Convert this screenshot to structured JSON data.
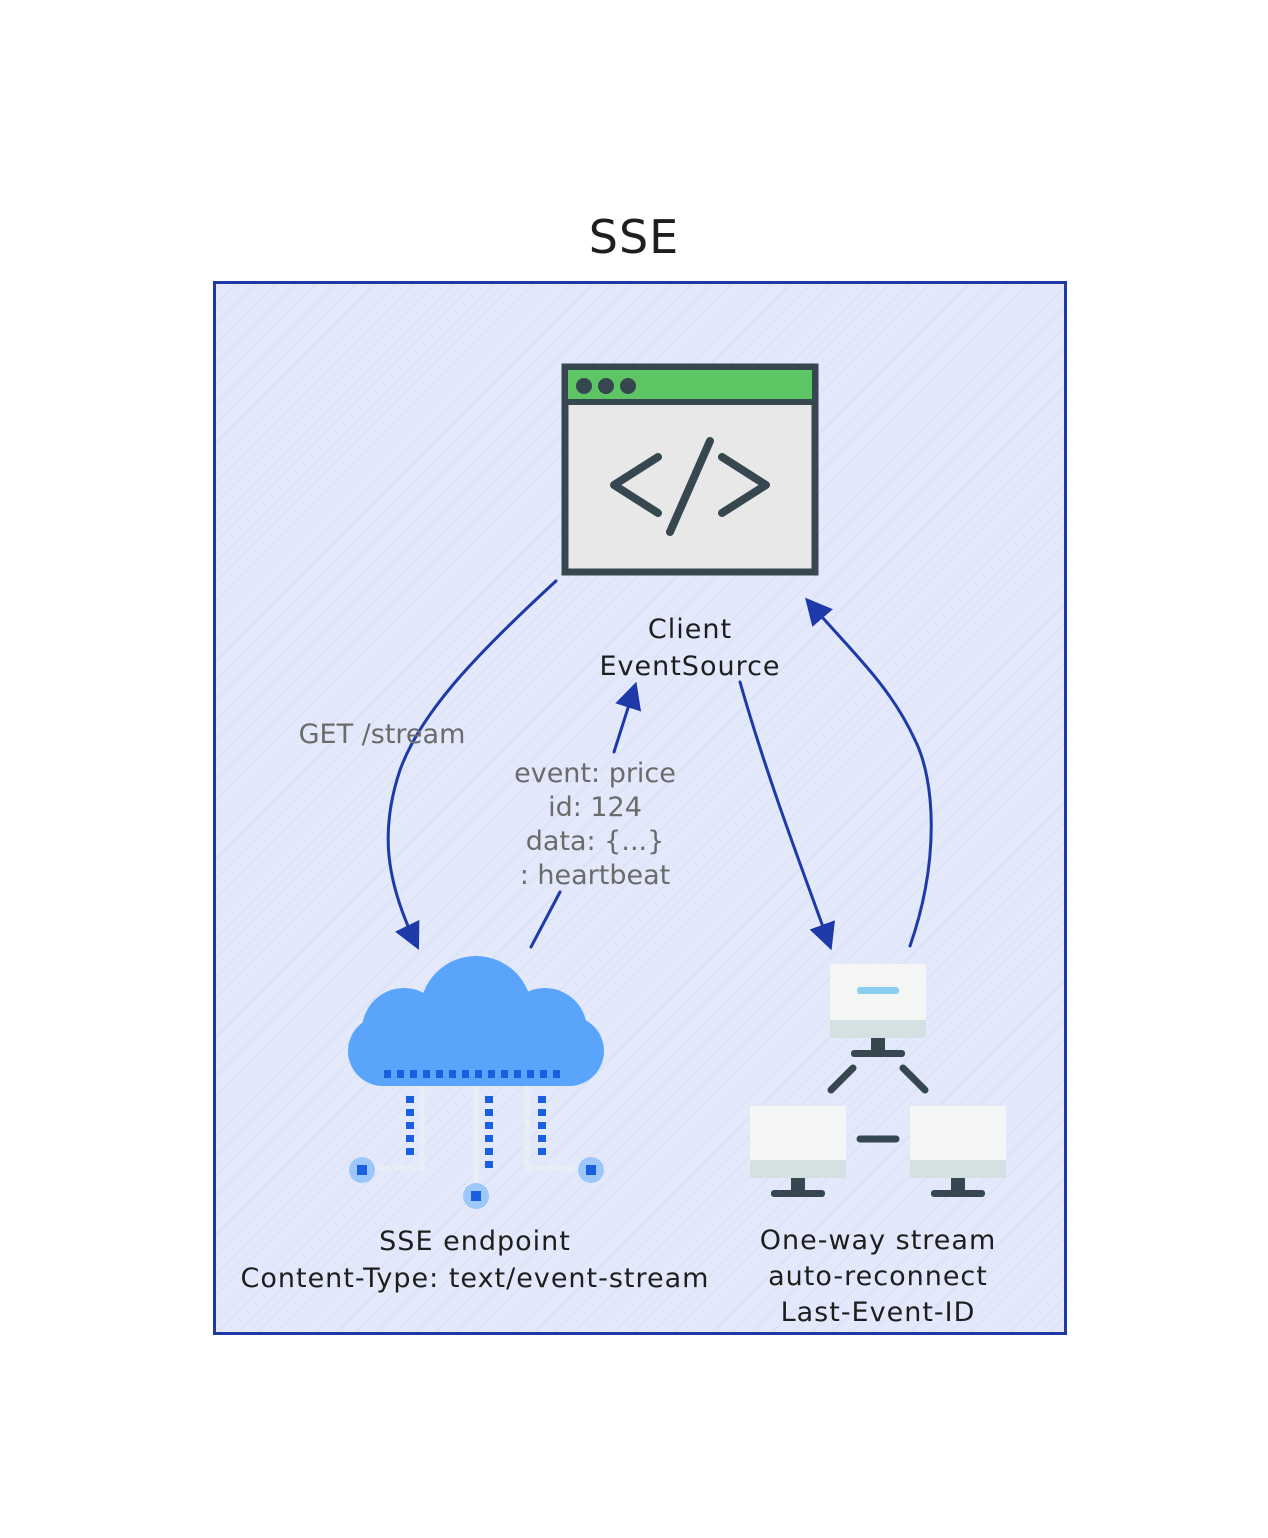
{
  "title": "SSE",
  "nodes": {
    "client": {
      "line1": "Client",
      "line2": "EventSource"
    },
    "endpoint": {
      "line1": "SSE endpoint",
      "line2": "Content-Type: text/event-stream"
    },
    "stream": {
      "line1": "One-way stream",
      "line2": "auto-reconnect",
      "line3": "Last-Event-ID"
    }
  },
  "edges": {
    "get_request": "GET /stream",
    "event_lines": [
      "event: price",
      "id: 124",
      "data: {...}",
      ": heartbeat"
    ]
  },
  "colors": {
    "frame_fill": "#e3e8fb",
    "frame_stroke": "#1e3aa8",
    "arrow": "#1e3aa8",
    "browser_bar": "#5ec564",
    "cloud": "#5aa5fb",
    "edge_label": "#6b6b6b"
  },
  "icons": [
    "code-browser-icon",
    "cloud-network-icon",
    "network-computers-icon"
  ]
}
